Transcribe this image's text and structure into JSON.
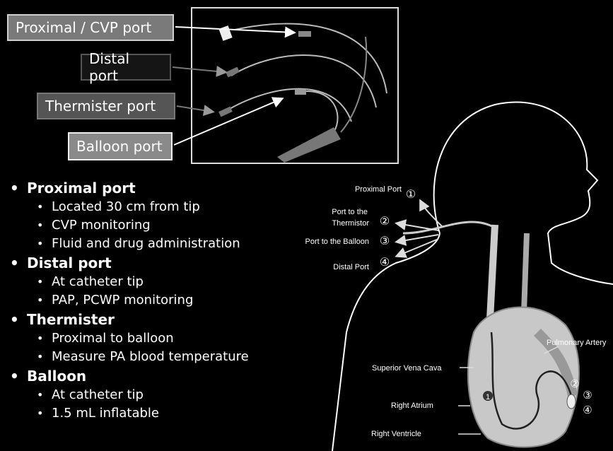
{
  "photo_labels": {
    "proximal": "Proximal / CVP port",
    "distal": "Distal port",
    "thermister": "Thermister port",
    "balloon": "Balloon port"
  },
  "bullets": [
    {
      "title": "Proximal port",
      "items": [
        "Located 30 cm from tip",
        "CVP monitoring",
        "Fluid and drug administration"
      ]
    },
    {
      "title": "Distal port",
      "items": [
        "At catheter tip",
        "PAP, PCWP monitoring"
      ]
    },
    {
      "title": "Thermister",
      "items": [
        "Proximal to balloon",
        "Measure PA blood temperature"
      ]
    },
    {
      "title": "Balloon",
      "items": [
        "At catheter tip",
        "1.5 mL inflatable"
      ]
    }
  ],
  "anatomy": {
    "proximal_port": "Proximal Port",
    "port_thermistor_1": "Port to the",
    "port_thermistor_2": "Thermistor",
    "port_balloon": "Port to the Balloon",
    "distal_port": "Distal Port",
    "pulmonary_artery": "Pulmonary Artery",
    "svc": "Superior Vena Cava",
    "right_atrium": "Right Atrium",
    "right_ventricle": "Right Ventricle",
    "num1": "①",
    "num2": "②",
    "num3": "③",
    "num4": "④",
    "heart_num1": "1",
    "heart_num2": "②",
    "heart_num3": "③",
    "heart_num4": "④"
  }
}
